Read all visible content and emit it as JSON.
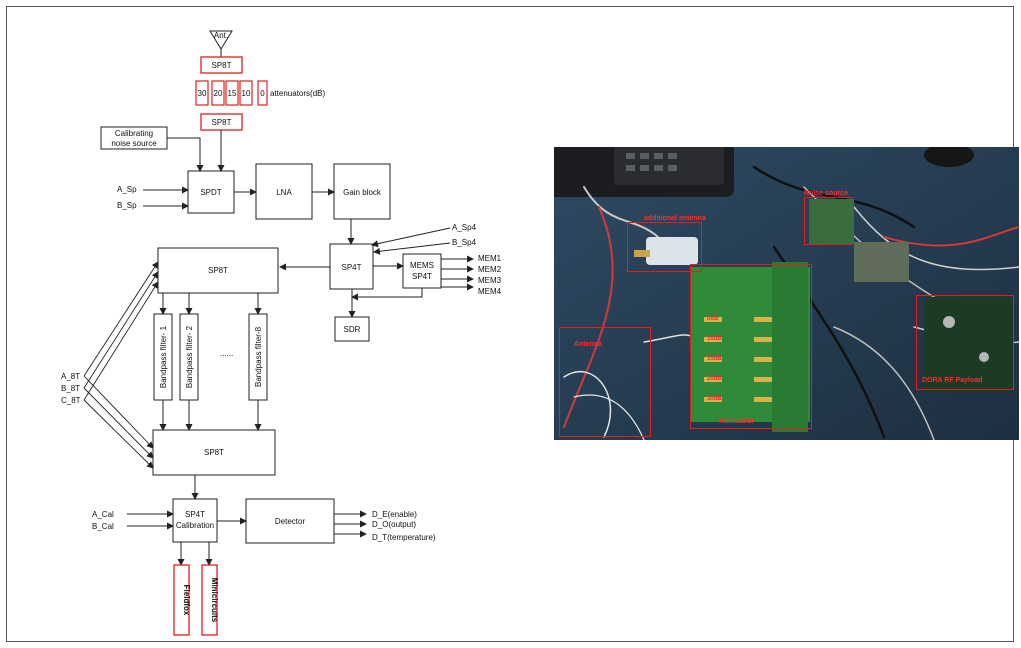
{
  "diagram": {
    "antenna": "Ant.",
    "sp8t_top": "SP8T",
    "attenuators": [
      "30",
      "20",
      "15",
      "10",
      "0"
    ],
    "attenuators_label": "attenuators(dB)",
    "sp8t_second": "SP8T",
    "cal_noise_line1": "Calibrating",
    "cal_noise_line2": "noise source",
    "spdt": "SPDT",
    "lna": "LNA",
    "gain_block": "Gain block",
    "a_sp": "A_Sp",
    "b_sp": "B_Sp",
    "a_sp4": "A_Sp4",
    "b_sp4": "B_Sp4",
    "sp4t": "SP4T",
    "mems_line1": "MEMS",
    "mems_line2": "SP4T",
    "mem_outputs": [
      "MEM1",
      "MEM2",
      "MEM3",
      "MEM4"
    ],
    "sdr": "SDR",
    "sp8t_upper": "SP8T",
    "filters": [
      "Bandpass filter- 1",
      "Bandpass filter- 2",
      "Bandpass filter-8"
    ],
    "dots": "......",
    "a_8t": "A_8T",
    "b_8t": "B_8T",
    "c_8t": "C_8T",
    "sp8t_lower": "SP8T",
    "a_cal": "A_Cal",
    "b_cal": "B_Cal",
    "cal_line1": "SP4T",
    "cal_line2": "Calibration",
    "detector": "Detector",
    "d_outputs": [
      "D_E(enable)",
      "D_O(output)",
      "D_T(temperature)"
    ],
    "fieldfox": "Fieldfox",
    "minicircuits": "Minicircuits"
  },
  "photo": {
    "labels": {
      "additional_antenna": "additional antenna",
      "noise_source": "Noise source",
      "antenna": "Antenna",
      "payload": "DORA RF Payload",
      "attenuator": "Attenuator"
    },
    "attenuator_values": [
      "0dB",
      "10dB",
      "15dB",
      "20dB",
      "30dB"
    ]
  },
  "colors": {
    "highlight_red": "#e21e1e",
    "line": "#222222"
  }
}
